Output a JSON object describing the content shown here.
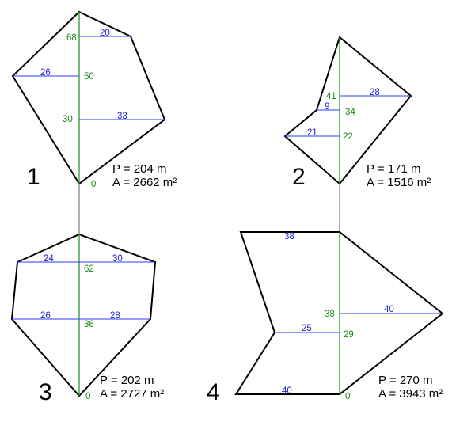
{
  "figures": [
    {
      "number": "1",
      "perimeter": "P = 204 m",
      "area": "A = 2662 m²",
      "chainage": [
        "68",
        "50",
        "30",
        "0"
      ],
      "offsets": [
        "20",
        "26",
        "33"
      ]
    },
    {
      "number": "2",
      "perimeter": "P = 171 m",
      "area": "A = 1516 m²",
      "chainage": [
        "41",
        "34",
        "22"
      ],
      "offsets": [
        "28",
        "9",
        "21"
      ]
    },
    {
      "number": "3",
      "perimeter": "P = 202 m",
      "area": "A = 2727 m²",
      "chainage": [
        "62",
        "36",
        "0"
      ],
      "offsets": [
        "24",
        "30",
        "26",
        "28"
      ]
    },
    {
      "number": "4",
      "perimeter": "P = 270 m",
      "area": "A = 3943 m²",
      "chainage": [
        "38",
        "29",
        "0"
      ],
      "offsets": [
        "38",
        "40",
        "25",
        "40"
      ]
    }
  ],
  "colors": {
    "outline": "#000000",
    "chain_line": "#2a9a2a",
    "offset_line": "#2a3aff",
    "chain_label": "#1a8a1a",
    "offset_label": "#2020cc"
  }
}
